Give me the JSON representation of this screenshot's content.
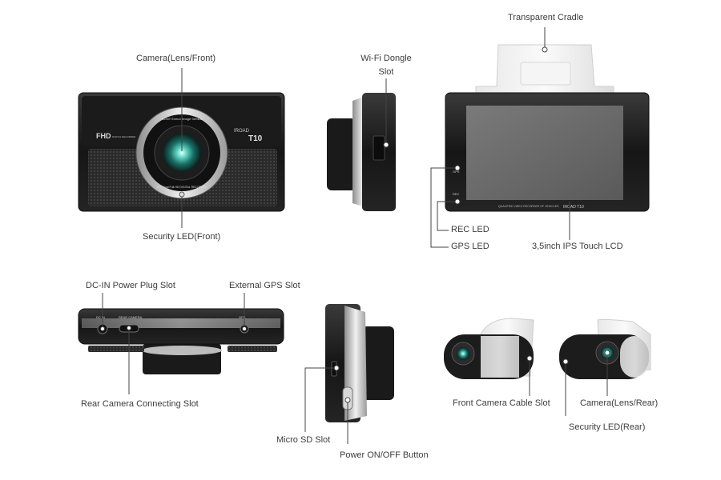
{
  "callouts": {
    "transparent_cradle": "Transparent Cradle",
    "camera_front": "Camera(Lens/Front)",
    "wifi_line1": "Wi-Fi Dongle",
    "wifi_line2": "Slot",
    "security_led_front": "Security LED(Front)",
    "rec_led": "REC LED",
    "gps_led": "GPS LED",
    "ips_lcd": "3,5inch IPS Touch LCD",
    "dc_in": "DC-IN Power Plug Slot",
    "external_gps": "External GPS Slot",
    "rear_camera_slot": "Rear Camera Connecting Slot",
    "micro_sd": "Micro SD Slot",
    "power_button": "Power ON/OFF Button",
    "front_camera_cable": "Front Camera Cable Slot",
    "camera_rear": "Camera(Lens/Rear)",
    "security_led_rear": "Security LED(Rear)"
  },
  "device_print": {
    "fhd": "FHD",
    "fhd_sub": "DIGITAL RECORDER",
    "brand": "IROAD",
    "model": "T10",
    "lens_top": "SONY Exmor Image Sensor",
    "lens_bottom": "2CH Dual Full-HD DIGITAL RECORDER",
    "screen_caption": "QUALIFIED VIDEO RECORDER OF VEHICLES",
    "screen_brand": "IROAD T10",
    "gps_mark": "GPS",
    "rec_mark": "REC",
    "dc_mark": "DC IN",
    "rear_mark": "REAR CAMERA",
    "gps_port_mark": "GPS"
  },
  "colors": {
    "body_dark": "#1c1c1c",
    "lens_teal": "#2fb7a6",
    "screen_gray": "#6c6c6c",
    "silver": "#c9c9c9",
    "callout_line": "#444444"
  }
}
